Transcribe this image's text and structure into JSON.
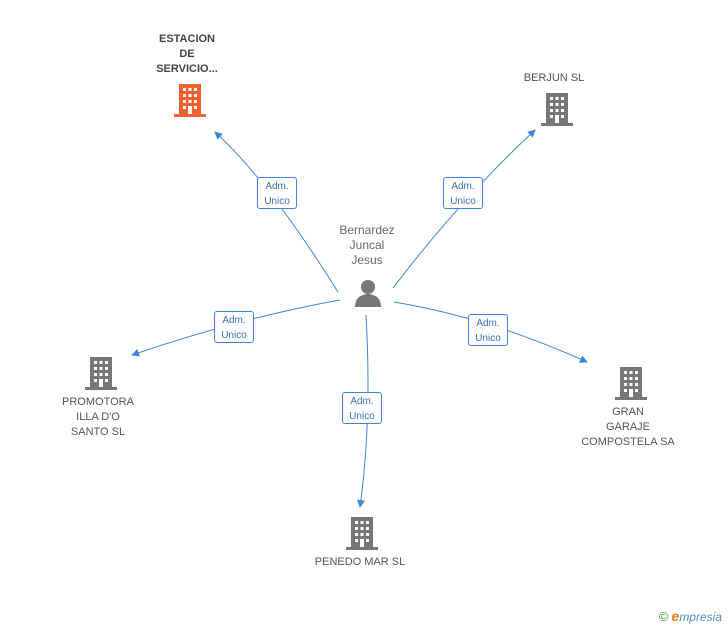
{
  "center": {
    "label": "Bernardez\nJuncal\nJesus",
    "icon": "person-icon"
  },
  "companies": [
    {
      "id": "estacion",
      "label": "ESTACION\nDE\nSERVICIO...",
      "highlight": true,
      "color": "#f06030"
    },
    {
      "id": "berjun",
      "label": "BERJUN SL",
      "highlight": false,
      "color": "#777777"
    },
    {
      "id": "promotora",
      "label": "PROMOTORA\nILLA D'O\nSANTO SL",
      "highlight": false,
      "color": "#777777"
    },
    {
      "id": "penedo",
      "label": "PENEDO MAR SL",
      "highlight": false,
      "color": "#777777"
    },
    {
      "id": "garaje",
      "label": "GRAN\nGARAJE\nCOMPOSTELA SA",
      "highlight": false,
      "color": "#777777"
    }
  ],
  "relations": [
    {
      "to": "estacion",
      "line1": "Adm.",
      "line2": "Unico"
    },
    {
      "to": "berjun",
      "line1": "Adm.",
      "line2": "Unico"
    },
    {
      "to": "promotora",
      "line1": "Adm.",
      "line2": "Unico"
    },
    {
      "to": "penedo",
      "line1": "Adm.",
      "line2": "Unico"
    },
    {
      "to": "garaje",
      "line1": "Adm.",
      "line2": "Unico"
    }
  ],
  "colors": {
    "edge": "#3d86d8",
    "building": "#777777",
    "building_highlight": "#f06030",
    "person": "#777777"
  },
  "brand": {
    "copyright": "©",
    "first_letter": "e",
    "rest": "mpresia"
  }
}
